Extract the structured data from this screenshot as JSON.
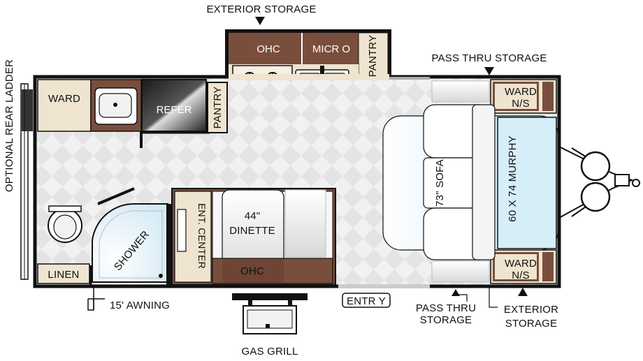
{
  "labels": {
    "exterior_storage_top": "EXTERIOR  STORAGE",
    "ohc_top": "OHC",
    "micro": "MICR O",
    "pantry_top": "PANTRY",
    "pass_thru_top": "PASS THRU  STORAGE",
    "optional_ladder": "OPTIONAL  REAR LADDER",
    "ward_left": "WARD",
    "refer": "REFER",
    "pantry_mid": "PANTRY",
    "ward_ns_top_1": "WARD",
    "ward_ns_top_2": "N/S",
    "sofa": "73\" SOFA",
    "murphy": "60 X 74 MURPHY",
    "dinette_1": "44\"",
    "dinette_2": "DINETTE",
    "ent_center": "ENT. CENTER",
    "shower": "SHOWER",
    "ohc_bottom": "OHC",
    "linen": "LINEN",
    "ward_ns_bottom_1": "WARD",
    "ward_ns_bottom_2": "N/S",
    "awning": "15' AWNING",
    "entry": "ENTR Y",
    "pass_thru_bottom_1": "PASS THRU",
    "pass_thru_bottom_2": "STORAGE",
    "exterior_storage_bottom_1": "EXTERIOR",
    "exterior_storage_bottom_2": "STORAGE",
    "gas_grill": "GAS GRILL"
  },
  "colors": {
    "wall": "#111111",
    "cabinet_brown": "#7a4e3c",
    "cabinet_tan": "#eee4cf",
    "floor": "#eeeeee",
    "sofa_blue": "#d6eef8",
    "dark_brown": "#5a3428"
  }
}
